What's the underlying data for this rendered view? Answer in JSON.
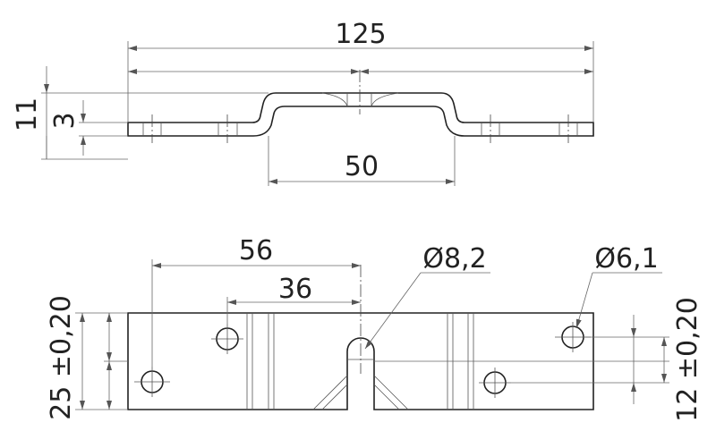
{
  "dimensions": {
    "overall_length": "125",
    "center_width": "50",
    "height": "11",
    "thickness": "3",
    "hole_spacing_outer": "56",
    "hole_spacing_inner": "36",
    "slot_diameter": "Ø8,2",
    "hole_diameter": "Ø6,1",
    "width": "25 ±0,20",
    "hole_offset": "12 ±0,20"
  }
}
